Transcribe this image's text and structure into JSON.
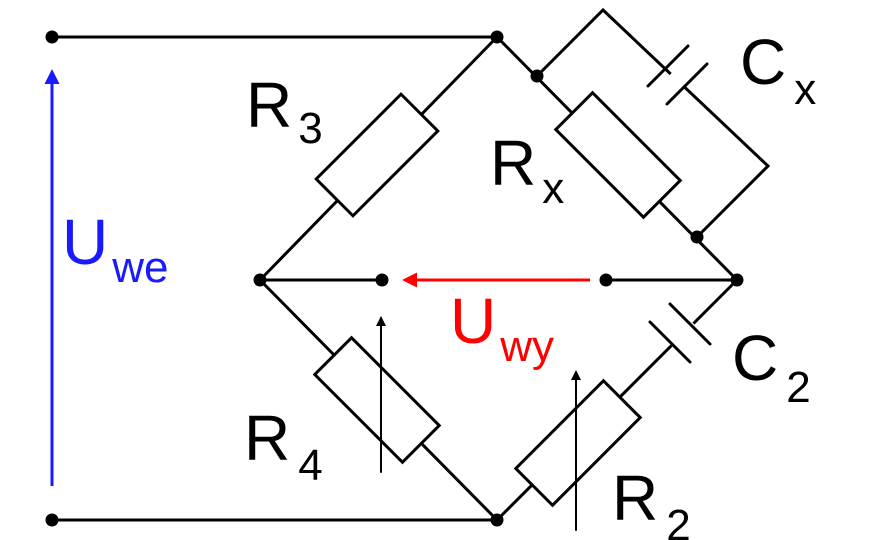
{
  "labels": {
    "r3": {
      "main": "R",
      "sub": "3"
    },
    "rx": {
      "main": "R",
      "sub": "x"
    },
    "cx": {
      "main": "C",
      "sub": "x"
    },
    "c2": {
      "main": "C",
      "sub": "2"
    },
    "r4": {
      "main": "R",
      "sub": "4"
    },
    "r2": {
      "main": "R",
      "sub": "2"
    },
    "uwe": {
      "main": "U",
      "sub": "we"
    },
    "uwy": {
      "main": "U",
      "sub": "wy"
    }
  },
  "colors": {
    "wire": "#000000",
    "input_voltage": "#1a1aff",
    "output_voltage": "#ff0000"
  }
}
